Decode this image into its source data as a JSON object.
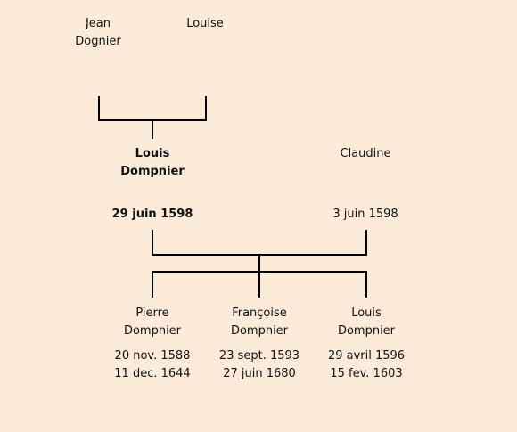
{
  "people": {
    "jean": {
      "first": "Jean",
      "last": "Dognier"
    },
    "louise": {
      "first": "Louise"
    },
    "louis_parent": {
      "first": "Louis",
      "last": "Dompnier",
      "date": "29 juin 1598"
    },
    "claudine": {
      "first": "Claudine",
      "date": "3 juin 1598"
    },
    "pierre": {
      "first": "Pierre",
      "last": "Dompnier",
      "birth": "20 nov. 1588",
      "death": "11 dec. 1644"
    },
    "francoise": {
      "first": "Françoise",
      "last": "Dompnier",
      "birth": "23 sept. 1593",
      "death": "27 juin 1680"
    },
    "louis_child": {
      "first": "Louis",
      "last": "Dompnier",
      "birth": "29 avril 1596",
      "death": "15 fev. 1603"
    }
  }
}
